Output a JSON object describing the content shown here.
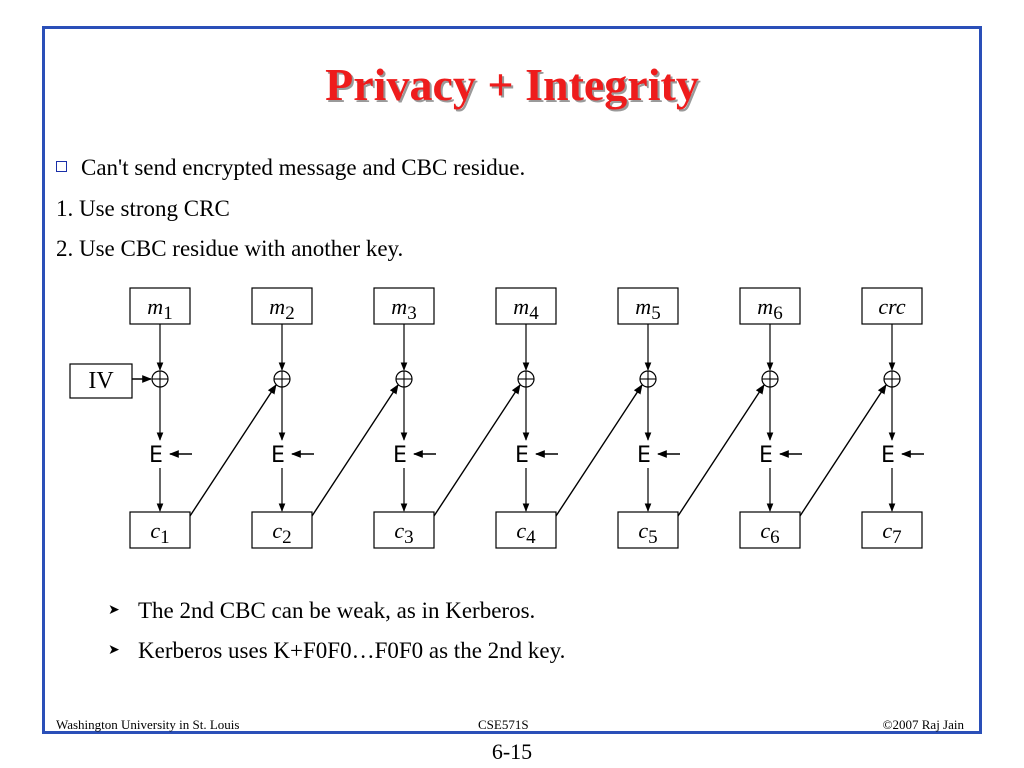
{
  "slide": {
    "title": "Privacy + Integrity",
    "bullet": "Can't send encrypted message and CBC residue.",
    "lines": [
      "1. Use strong CRC",
      "2. Use CBC residue with another key."
    ],
    "sub_bullets": [
      "The 2nd CBC can be weak, as in Kerberos.",
      "Kerberos uses K+F0F0…F0F0 as the 2nd key."
    ]
  },
  "diagram": {
    "iv_label": "IV",
    "encrypt_label": "E",
    "inputs": [
      {
        "base": "m",
        "sub": "1"
      },
      {
        "base": "m",
        "sub": "2"
      },
      {
        "base": "m",
        "sub": "3"
      },
      {
        "base": "m",
        "sub": "4"
      },
      {
        "base": "m",
        "sub": "5"
      },
      {
        "base": "m",
        "sub": "6"
      },
      {
        "base": "crc",
        "sub": ""
      }
    ],
    "outputs": [
      {
        "base": "c",
        "sub": "1"
      },
      {
        "base": "c",
        "sub": "2"
      },
      {
        "base": "c",
        "sub": "3"
      },
      {
        "base": "c",
        "sub": "4"
      },
      {
        "base": "c",
        "sub": "5"
      },
      {
        "base": "c",
        "sub": "6"
      },
      {
        "base": "c",
        "sub": "7"
      }
    ]
  },
  "footer": {
    "left": "Washington University in St. Louis",
    "center": "CSE571S",
    "right": "©2007 Raj Jain"
  },
  "page_number": "6-15",
  "colors": {
    "title": "#ee1c1c",
    "frame": "#2a4fb8",
    "bullet": "#1a2fa8"
  }
}
